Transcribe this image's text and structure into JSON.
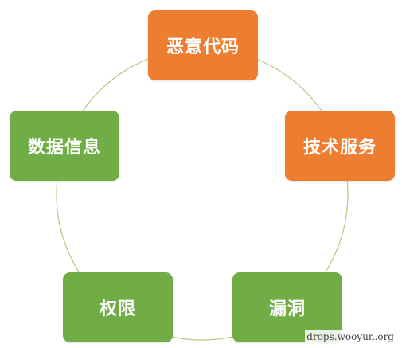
{
  "nodes": {
    "malicious_code": {
      "label": "恶意代码",
      "color": "#ed7d31"
    },
    "tech_service": {
      "label": "技术服务",
      "color": "#ed7d31"
    },
    "vulnerability": {
      "label": "漏洞",
      "color": "#70ad47"
    },
    "permission": {
      "label": "权限",
      "color": "#70ad47"
    },
    "data_info": {
      "label": "数据信息",
      "color": "#70ad47"
    }
  },
  "cycle_color": "#b8c98a",
  "watermark": "drops.wooyun.org"
}
